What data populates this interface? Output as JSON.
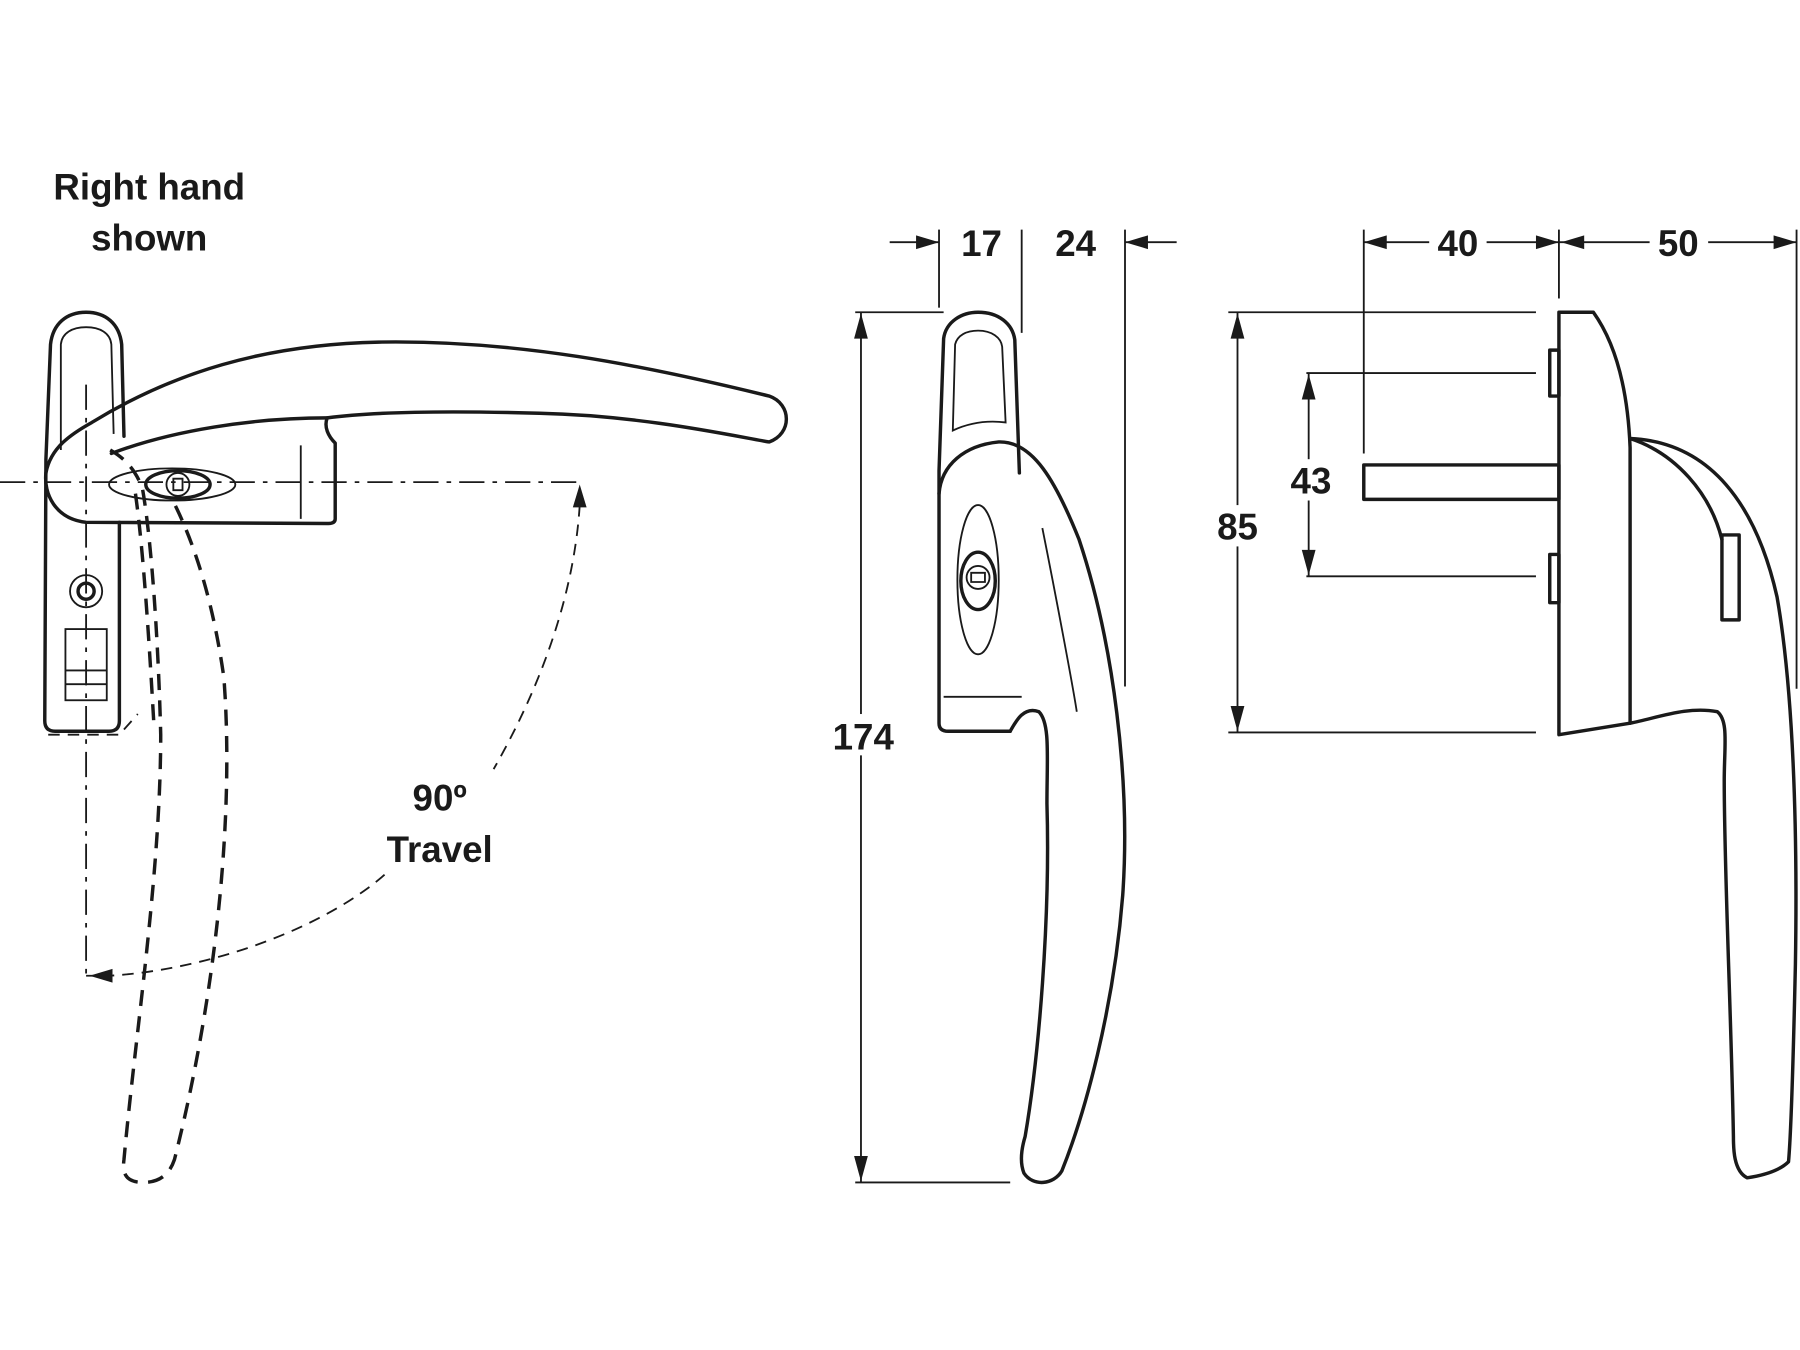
{
  "note": {
    "line1": "Right hand",
    "line2": "shown"
  },
  "travel": {
    "angle": "90º",
    "label": "Travel"
  },
  "dimensions": {
    "side_17": "17",
    "side_24": "24",
    "height_174": "174",
    "spindle_40": "40",
    "depth_50": "50",
    "plate_85": "85",
    "fixing_43": "43"
  }
}
